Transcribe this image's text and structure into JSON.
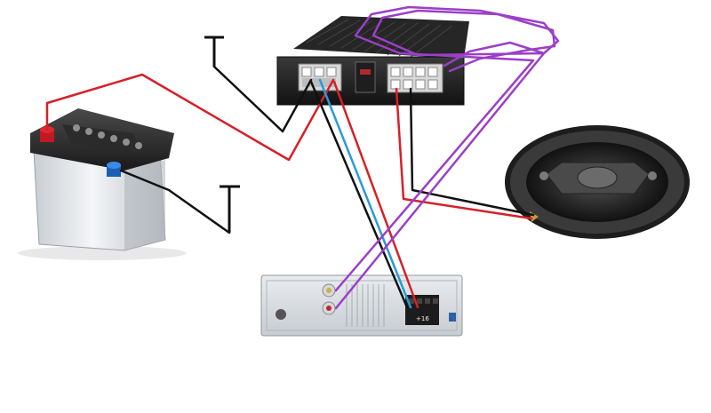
{
  "diagram": {
    "components": {
      "battery": {
        "name": "car-battery",
        "positive_color": "#d0141c",
        "negative_color": "#1f6fd0"
      },
      "amplifier": {
        "name": "amplifier",
        "body_color": "#1b1b1b"
      },
      "speaker": {
        "name": "speaker",
        "cone_color": "#2a2a2a"
      },
      "head_unit": {
        "name": "head-unit",
        "connector_label": "+16"
      }
    },
    "wire_colors": {
      "power": "#d62028",
      "ground": "#111111",
      "remote": "#2a9ad8",
      "rca": "#9b3fc8"
    }
  }
}
